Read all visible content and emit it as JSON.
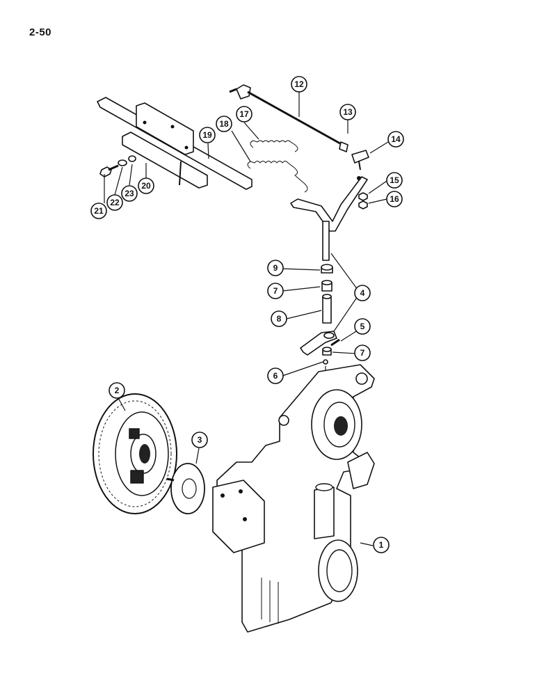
{
  "page": {
    "number": "2-50"
  },
  "callouts": [
    {
      "label": "1"
    },
    {
      "label": "2"
    },
    {
      "label": "3"
    },
    {
      "label": "4"
    },
    {
      "label": "5"
    },
    {
      "label": "6"
    },
    {
      "label": "7"
    },
    {
      "label": "7"
    },
    {
      "label": "8"
    },
    {
      "label": "9"
    },
    {
      "label": "12"
    },
    {
      "label": "13"
    },
    {
      "label": "14"
    },
    {
      "label": "15"
    },
    {
      "label": "16"
    },
    {
      "label": "17"
    },
    {
      "label": "18"
    },
    {
      "label": "19"
    },
    {
      "label": "20"
    },
    {
      "label": "21"
    },
    {
      "label": "22"
    },
    {
      "label": "23"
    }
  ]
}
